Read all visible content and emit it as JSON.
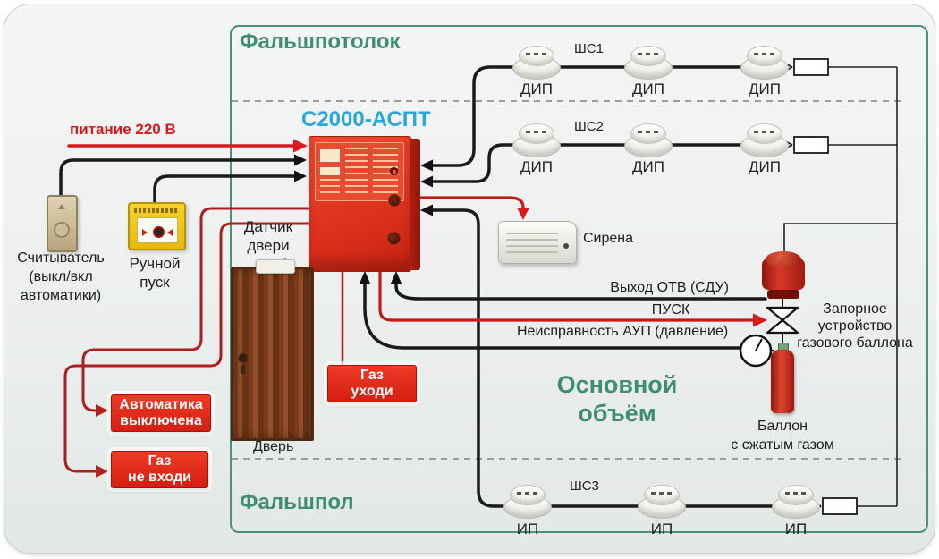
{
  "diagram": {
    "areas": {
      "false_ceiling": "Фальшпотолок",
      "false_floor": "Фальшпол",
      "main_volume": [
        "Основной",
        "объём"
      ]
    },
    "panel": {
      "title": "С2000-АСПТ"
    },
    "power": {
      "label": "питание 220 В"
    },
    "loops": {
      "sh1": {
        "label": "ШС1",
        "det": [
          "ДИП",
          "ДИП",
          "ДИП"
        ]
      },
      "sh2": {
        "label": "ШС2",
        "det": [
          "ДИП",
          "ДИП",
          "ДИП"
        ]
      },
      "sh3": {
        "label": "ШС3",
        "det": [
          "ИП",
          "ИП",
          "ИП"
        ]
      }
    },
    "devices": {
      "reader": [
        "Считыватель",
        "(выкл/вкл",
        "автоматики)"
      ],
      "manual_start": [
        "Ручной",
        "пуск"
      ],
      "door_sensor": [
        "Датчик",
        "двери"
      ],
      "door": "Дверь",
      "siren": "Сирена",
      "shutoff": [
        "Запорное",
        "устройство",
        "газового баллона"
      ],
      "cylinder": [
        "Баллон",
        "с сжатым газом"
      ]
    },
    "signals": {
      "otv": "Выход ОТВ (СДУ)",
      "start": "ПУСК",
      "fault": "Неисправность АУП (давление)"
    },
    "signs": {
      "auto_off": [
        "Автоматика",
        "выключена"
      ],
      "gas_stay_out": [
        "Газ",
        "не входи"
      ],
      "gas_leave": [
        "Газ",
        "уходи"
      ]
    },
    "colors": {
      "green": "#3E8E74",
      "cyan": "#29A7DC",
      "sign_red": "#E0261C",
      "wire_red": "#AA1F1F",
      "power_red": "#D7191C"
    }
  }
}
